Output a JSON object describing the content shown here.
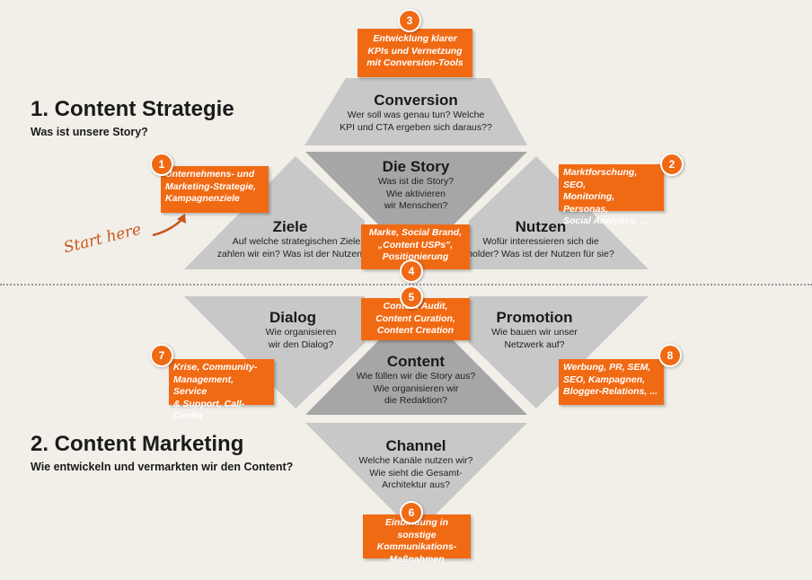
{
  "section1": {
    "title": "1. Content Strategie",
    "subtitle": "Was ist unsere Story?"
  },
  "section2": {
    "title": "2. Content Marketing",
    "subtitle": "Wie entwickeln und vermarkten wir den Content?"
  },
  "start_note": "Start here",
  "shapes": {
    "conversion": {
      "title": "Conversion",
      "desc": [
        "Wer soll was genau tun? Welche",
        "KPI und CTA ergeben sich daraus??"
      ]
    },
    "story": {
      "title": "Die Story",
      "desc": [
        "Was ist die Story?",
        "Wie aktivieren",
        "wir Menschen?"
      ]
    },
    "ziele": {
      "title": "Ziele",
      "desc": [
        "Auf welche strategischen Ziele",
        "zahlen wir ein? Was ist der Nutzen für"
      ]
    },
    "nutzen": {
      "title": "Nutzen",
      "desc": [
        "Wofür interessieren sich die",
        "holder? Was ist der Nutzen für sie?"
      ]
    },
    "dialog": {
      "title": "Dialog",
      "desc": [
        "Wie organisieren",
        "wir den Dialog?"
      ]
    },
    "promotion": {
      "title": "Promotion",
      "desc": [
        "Wie bauen wir unser",
        "Netzwerk auf?"
      ]
    },
    "content": {
      "title": "Content",
      "desc": [
        "Wie füllen wir die Story aus?",
        "Wie organisieren wir",
        "die Redaktion?"
      ]
    },
    "channel": {
      "title": "Channel",
      "desc": [
        "Welche Kanäle nutzen wir?",
        "Wie sieht die Gesamt-",
        "Architektur aus?"
      ]
    }
  },
  "boxes": {
    "b1": {
      "num": "1",
      "lines": [
        "Unternehmens- und",
        "Marketing-Strategie,",
        "Kampagnenziele"
      ]
    },
    "b2": {
      "num": "2",
      "lines": [
        "Marktforschung, SEO,",
        "Monitoring, Personas,",
        "Social Analytics, ..."
      ]
    },
    "b3": {
      "num": "3",
      "lines": [
        "Entwicklung klarer",
        "KPIs und Vernetzung",
        "mit Conversion-Tools"
      ]
    },
    "b4": {
      "num": "4",
      "lines": [
        "Marke, Social Brand,",
        "„Content USPs\",",
        "Positionierung"
      ]
    },
    "b5": {
      "num": "5",
      "lines": [
        "Content Audit,",
        "Content Curation,",
        "Content Creation"
      ]
    },
    "b6": {
      "num": "6",
      "lines": [
        "Einbindung in sonstige",
        "Kommunikations-",
        "Maßnahmen"
      ]
    },
    "b7": {
      "num": "7",
      "lines": [
        "Krise, Community-",
        "Management, Service",
        "& Support, Call-Center"
      ]
    },
    "b8": {
      "num": "8",
      "lines": [
        "Werbung, PR, SEM,",
        "SEO, Kampagnen,",
        "Blogger-Relations, ..."
      ]
    }
  },
  "colors": {
    "accent": "#f06a14",
    "shape_light": "#c8c8c8",
    "shape_dark": "#a6a6a6",
    "background": "#f2efe9",
    "arrow": "#c8561a"
  }
}
